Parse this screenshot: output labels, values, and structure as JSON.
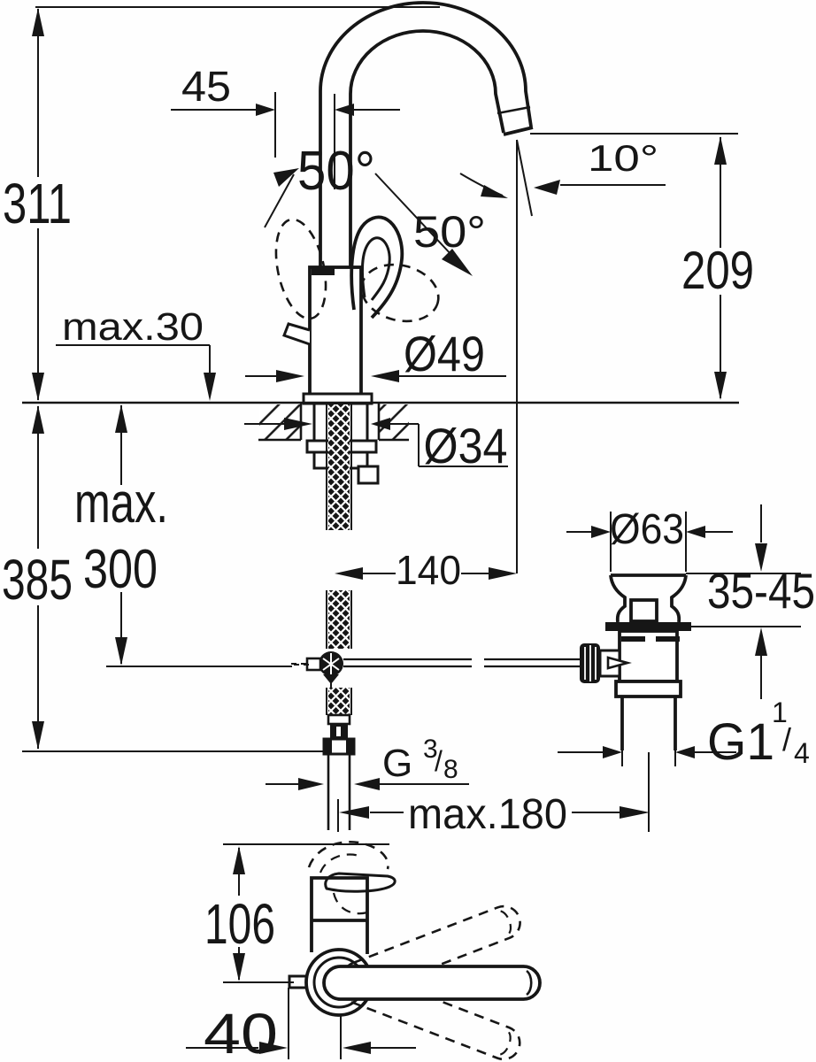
{
  "drawing": {
    "kind": "single-lever basin mixer installation dimension drawing",
    "line_color": "#161616",
    "background": "#fefefe"
  },
  "labels": {
    "total_height": "311",
    "handle_clearance": "45",
    "swing_left": "50°",
    "swing_right": "50°",
    "spout_tilt": "10°",
    "spout_outlet_height": "209",
    "deck_thickness": "max.30",
    "base_diameter": "Ø49",
    "hole_diameter": "Ø34",
    "hose_max_prefix": "max.",
    "hose_max_value": "300",
    "depth_below": "385",
    "spout_reach": "140",
    "waste_flange_diameter": "Ø63",
    "basin_thickness_range": "35-45",
    "rod_reach": "max.180",
    "body_height": "106",
    "rod_offset": "40",
    "supply_thread": {
      "base": "G",
      "numerator": "3",
      "slash": "/",
      "denominator": "8"
    },
    "waste_thread": {
      "base": "G1",
      "numerator": "1",
      "slash": "/",
      "denominator": "4"
    }
  }
}
